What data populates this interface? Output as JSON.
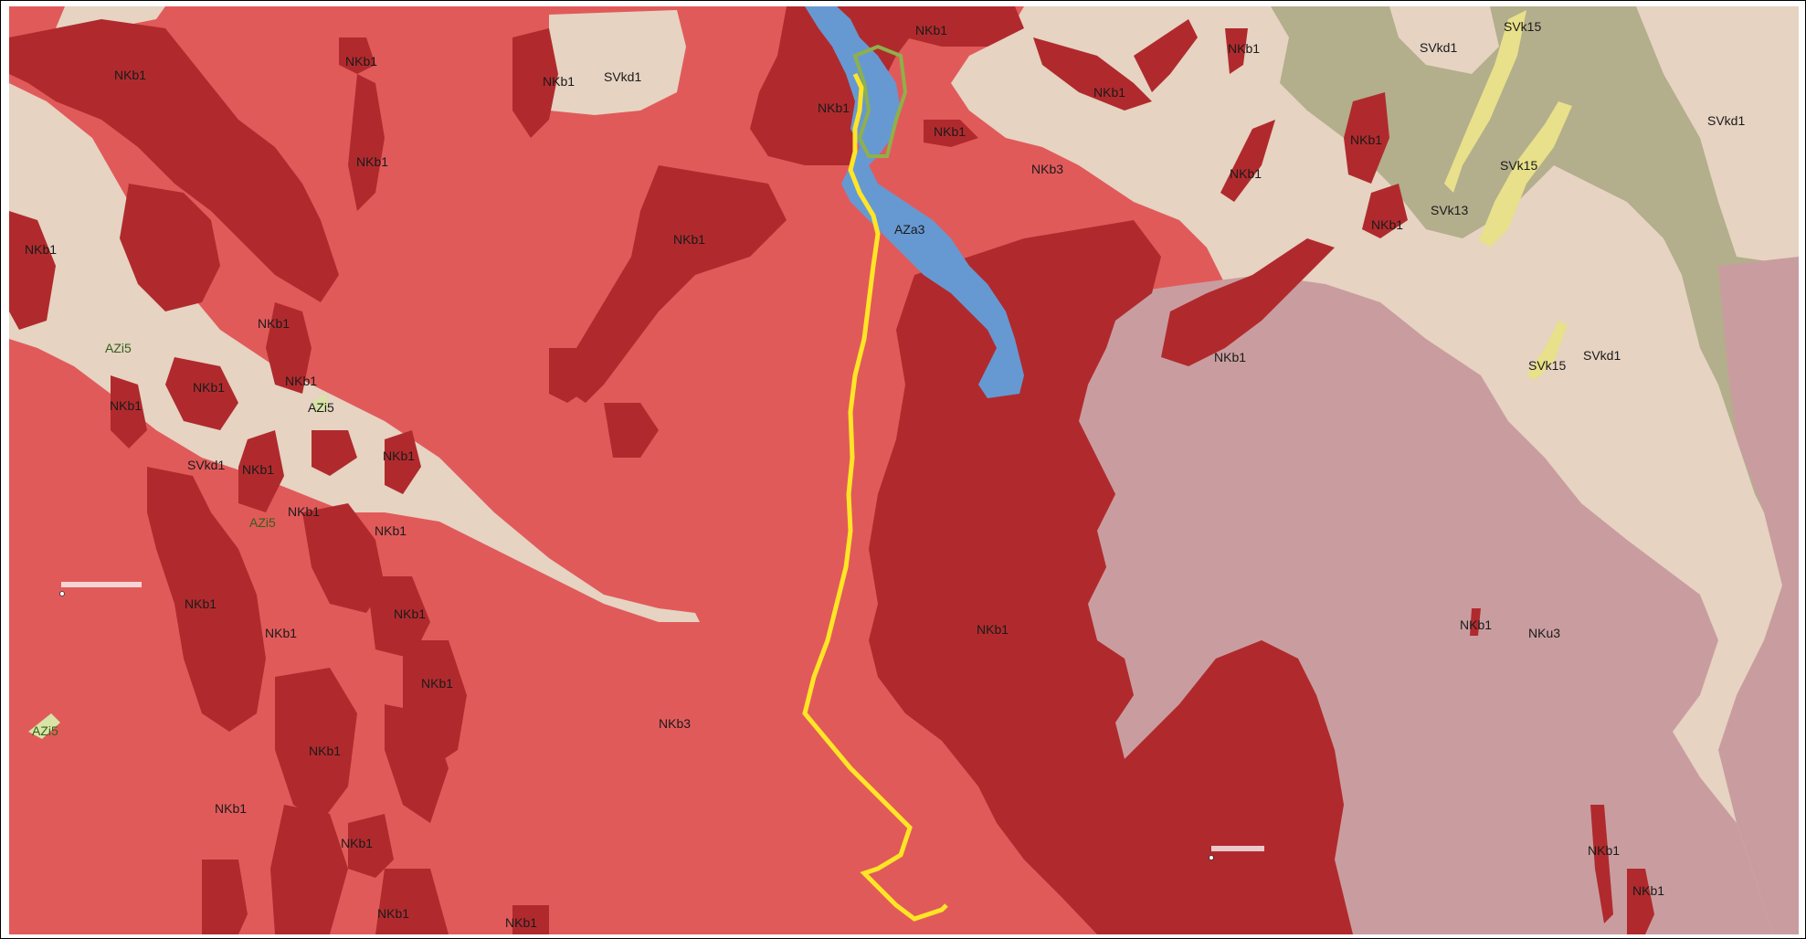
{
  "colors": {
    "nkb3": "#e15a5a",
    "nkb1": "#b02a2d",
    "svkd1": "#e6d3c2",
    "svk13": "#b3ae8c",
    "svk15": "#e8e08a",
    "nku3": "#c99d9f",
    "water": "#6699d2",
    "route": "#ffe526",
    "outline": "#8fb04a",
    "azi": "#d9e3a6"
  },
  "labels": {
    "l1": "NKb1",
    "l2": "NKb1",
    "l3": "NKb1",
    "l4": "SVkd1",
    "l5": "NKb1",
    "l6": "NKb1",
    "l7": "SVkd1",
    "l8": "SVk15",
    "l9": "SVkd1",
    "l10": "NKb1",
    "l11": "NKb1",
    "l12": "NKb1",
    "l13": "NKb3",
    "l14": "NKb1",
    "l15": "NKb1",
    "l16": "SVk15",
    "l17": "NKb1",
    "l18": "SVk13",
    "l19": "NKb1",
    "l20": "NKb1",
    "l21": "AZa3",
    "l22": "NKb1",
    "l23": "AZi5",
    "l24": "NKb1",
    "l25": "NKb1",
    "l26": "NKb1",
    "l27": "AZi5",
    "l28": "NKb1",
    "l29": "SVk15",
    "l30": "SVkd1",
    "l31": "NKb1",
    "l32": "SVkd1",
    "l33": "NKb1",
    "l34": "NKb1",
    "l35": "AZi5",
    "l36": "NKb1",
    "l37": "NKb1",
    "l38": "NKb1",
    "l39": "NKb1",
    "l40": "NKb1",
    "l41": "NKb1",
    "l42": "NKu3",
    "l43": "NKb1",
    "l44": "NKb1",
    "l45": "AZi5",
    "l46": "NKb3",
    "l47": "NKb1",
    "l48": "NKb1",
    "l49": "NKb1",
    "l50": "NKb1",
    "l51": "NKb1",
    "l52": "NKb1",
    "l53": "NKb1"
  }
}
